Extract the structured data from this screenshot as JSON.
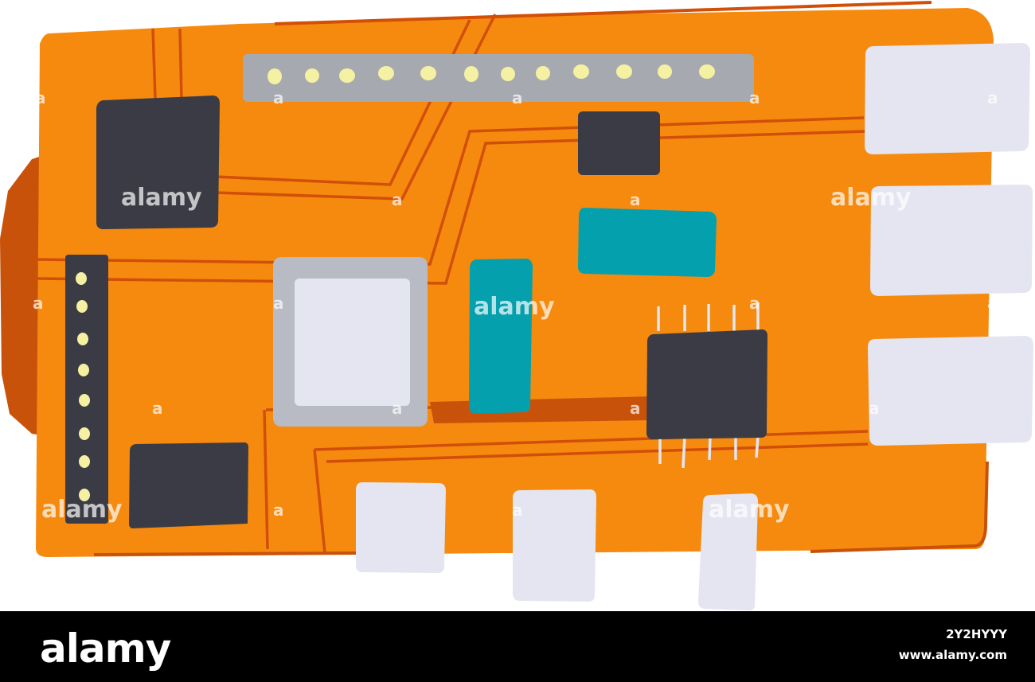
{
  "illustration": {
    "colors": {
      "board": "#f58a0f",
      "board_shadow": "#c9520a",
      "trace": "#d14f08",
      "chip_dark": "#3a3b45",
      "port_light": "#e4e5f0",
      "header_gray": "#a7a9b0",
      "led_yellow": "#f4f1a2",
      "teal": "#05a0ad"
    },
    "watermark_text": "alamy"
  },
  "footer": {
    "logo": "alamy",
    "image_id": "2Y2HYYY",
    "site": "www.alamy.com"
  }
}
